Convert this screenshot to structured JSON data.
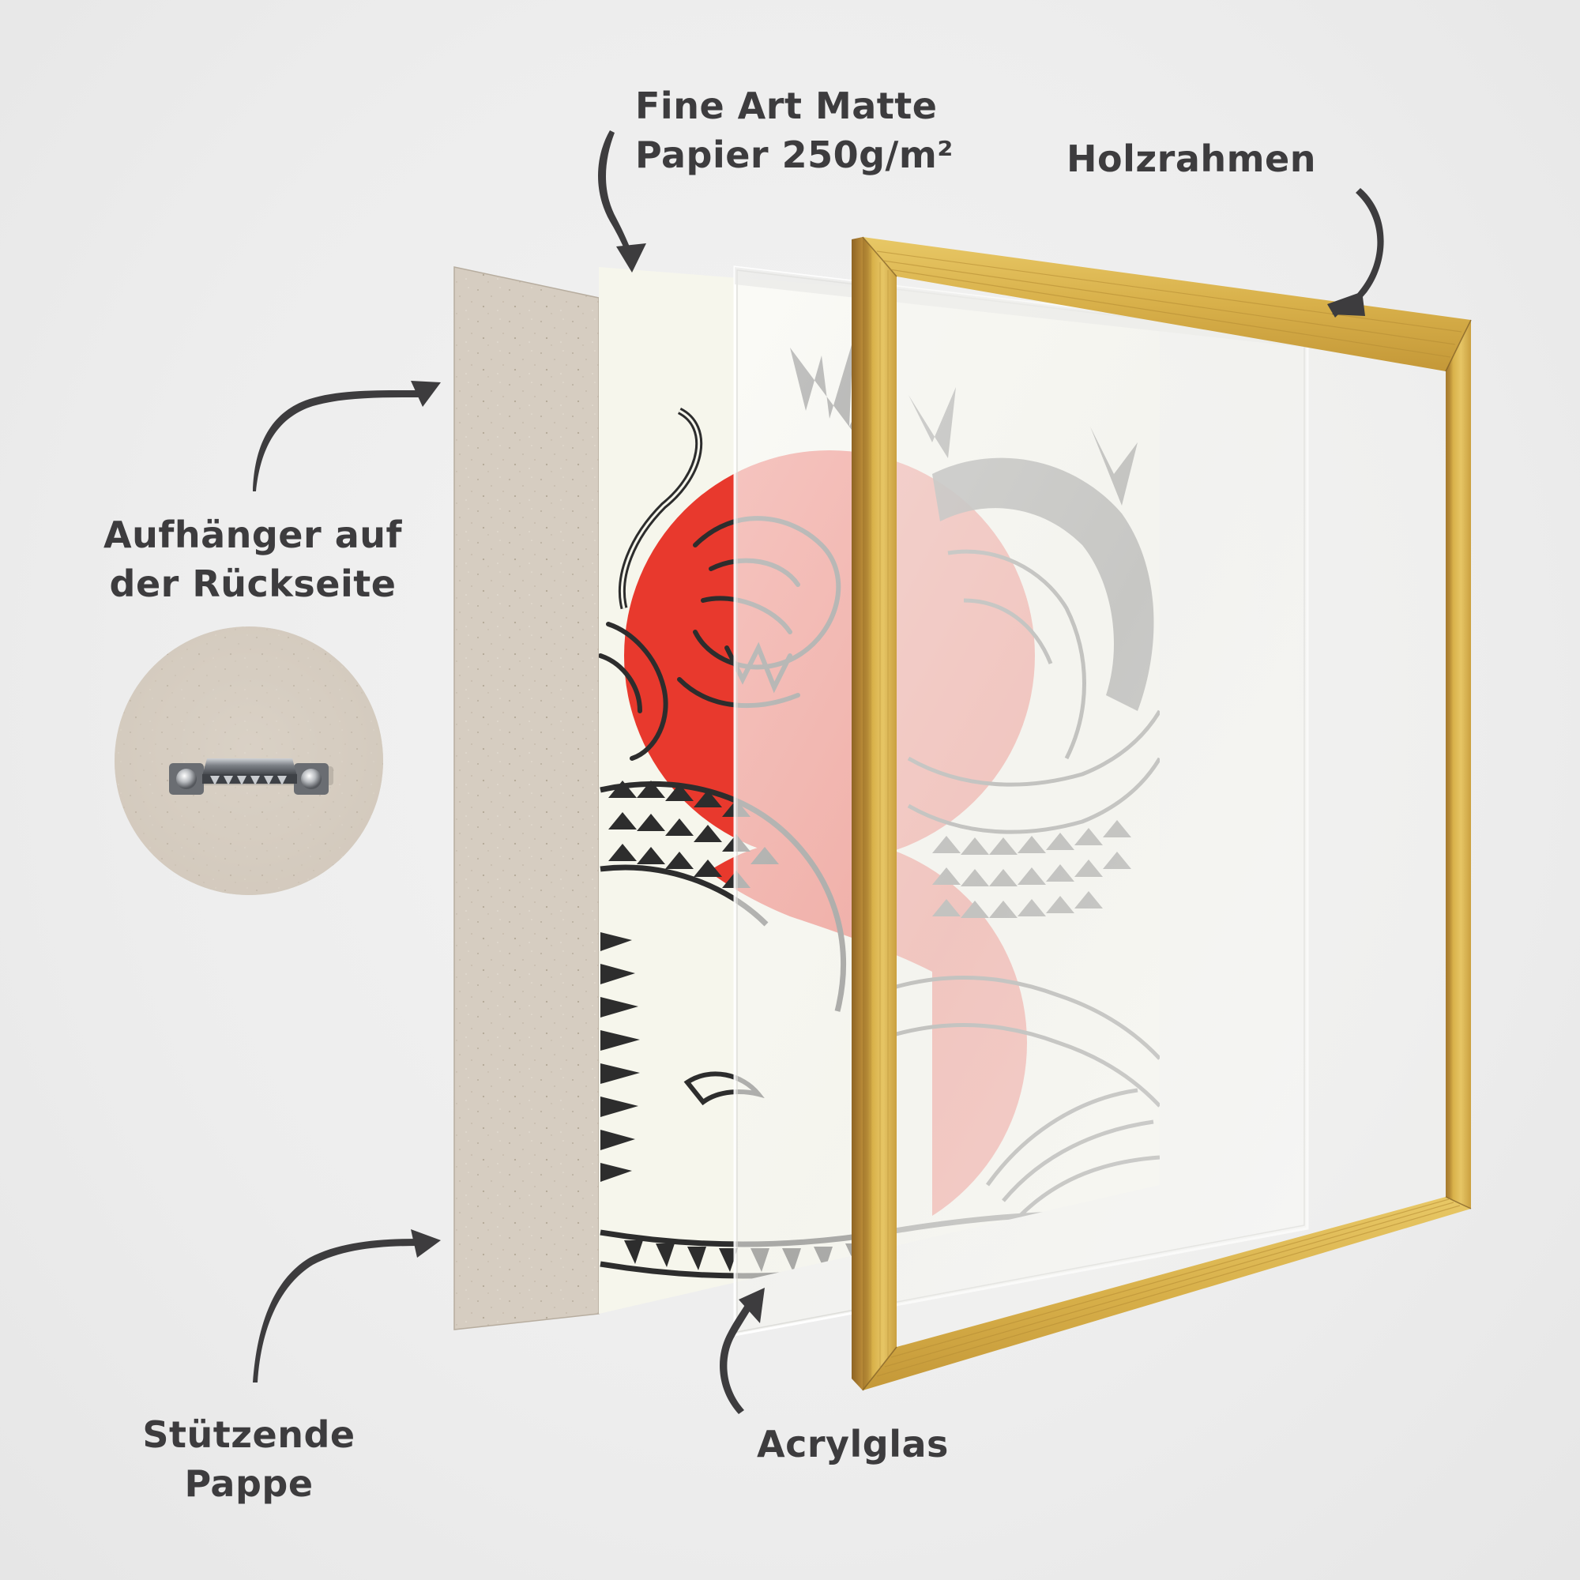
{
  "diagram": {
    "type": "exploded-view product diagram",
    "subject": "Framed art print layer breakdown",
    "colors": {
      "background": "#efefef",
      "label_text": "#3d3c3e",
      "arrow": "#3d3c3e",
      "cardboard": "#d6cdc1",
      "paper": "#f6f6ec",
      "frame_gold": "#d9b24a",
      "frame_shadow": "#a67a2e",
      "artwork_red": "#e8392d",
      "artwork_ink": "#2d2d2d"
    }
  },
  "labels": {
    "paper": {
      "lines": [
        "Fine Art Matte",
        "Papier 250g/m²"
      ]
    },
    "frame": {
      "lines": [
        "Holzrahmen"
      ]
    },
    "hanger": {
      "lines": [
        "Aufhänger auf",
        "der Rückseite"
      ]
    },
    "board": {
      "lines": [
        "Stützende",
        "Pappe"
      ]
    },
    "glass": {
      "lines": [
        "Acrylglas"
      ]
    }
  },
  "layers": [
    {
      "order": 1,
      "name": "Stützende Pappe",
      "material": "cardboard backing"
    },
    {
      "order": 2,
      "name": "Fine Art Matte Papier 250g/m²",
      "material": "print with dragon artwork"
    },
    {
      "order": 3,
      "name": "Acrylglas",
      "material": "transparent acrylic glass"
    },
    {
      "order": 4,
      "name": "Holzrahmen",
      "material": "gold wooden frame"
    }
  ],
  "detail_inset": {
    "name": "Aufhänger auf der Rückseite",
    "content": "sawtooth hanger on cardboard back"
  }
}
